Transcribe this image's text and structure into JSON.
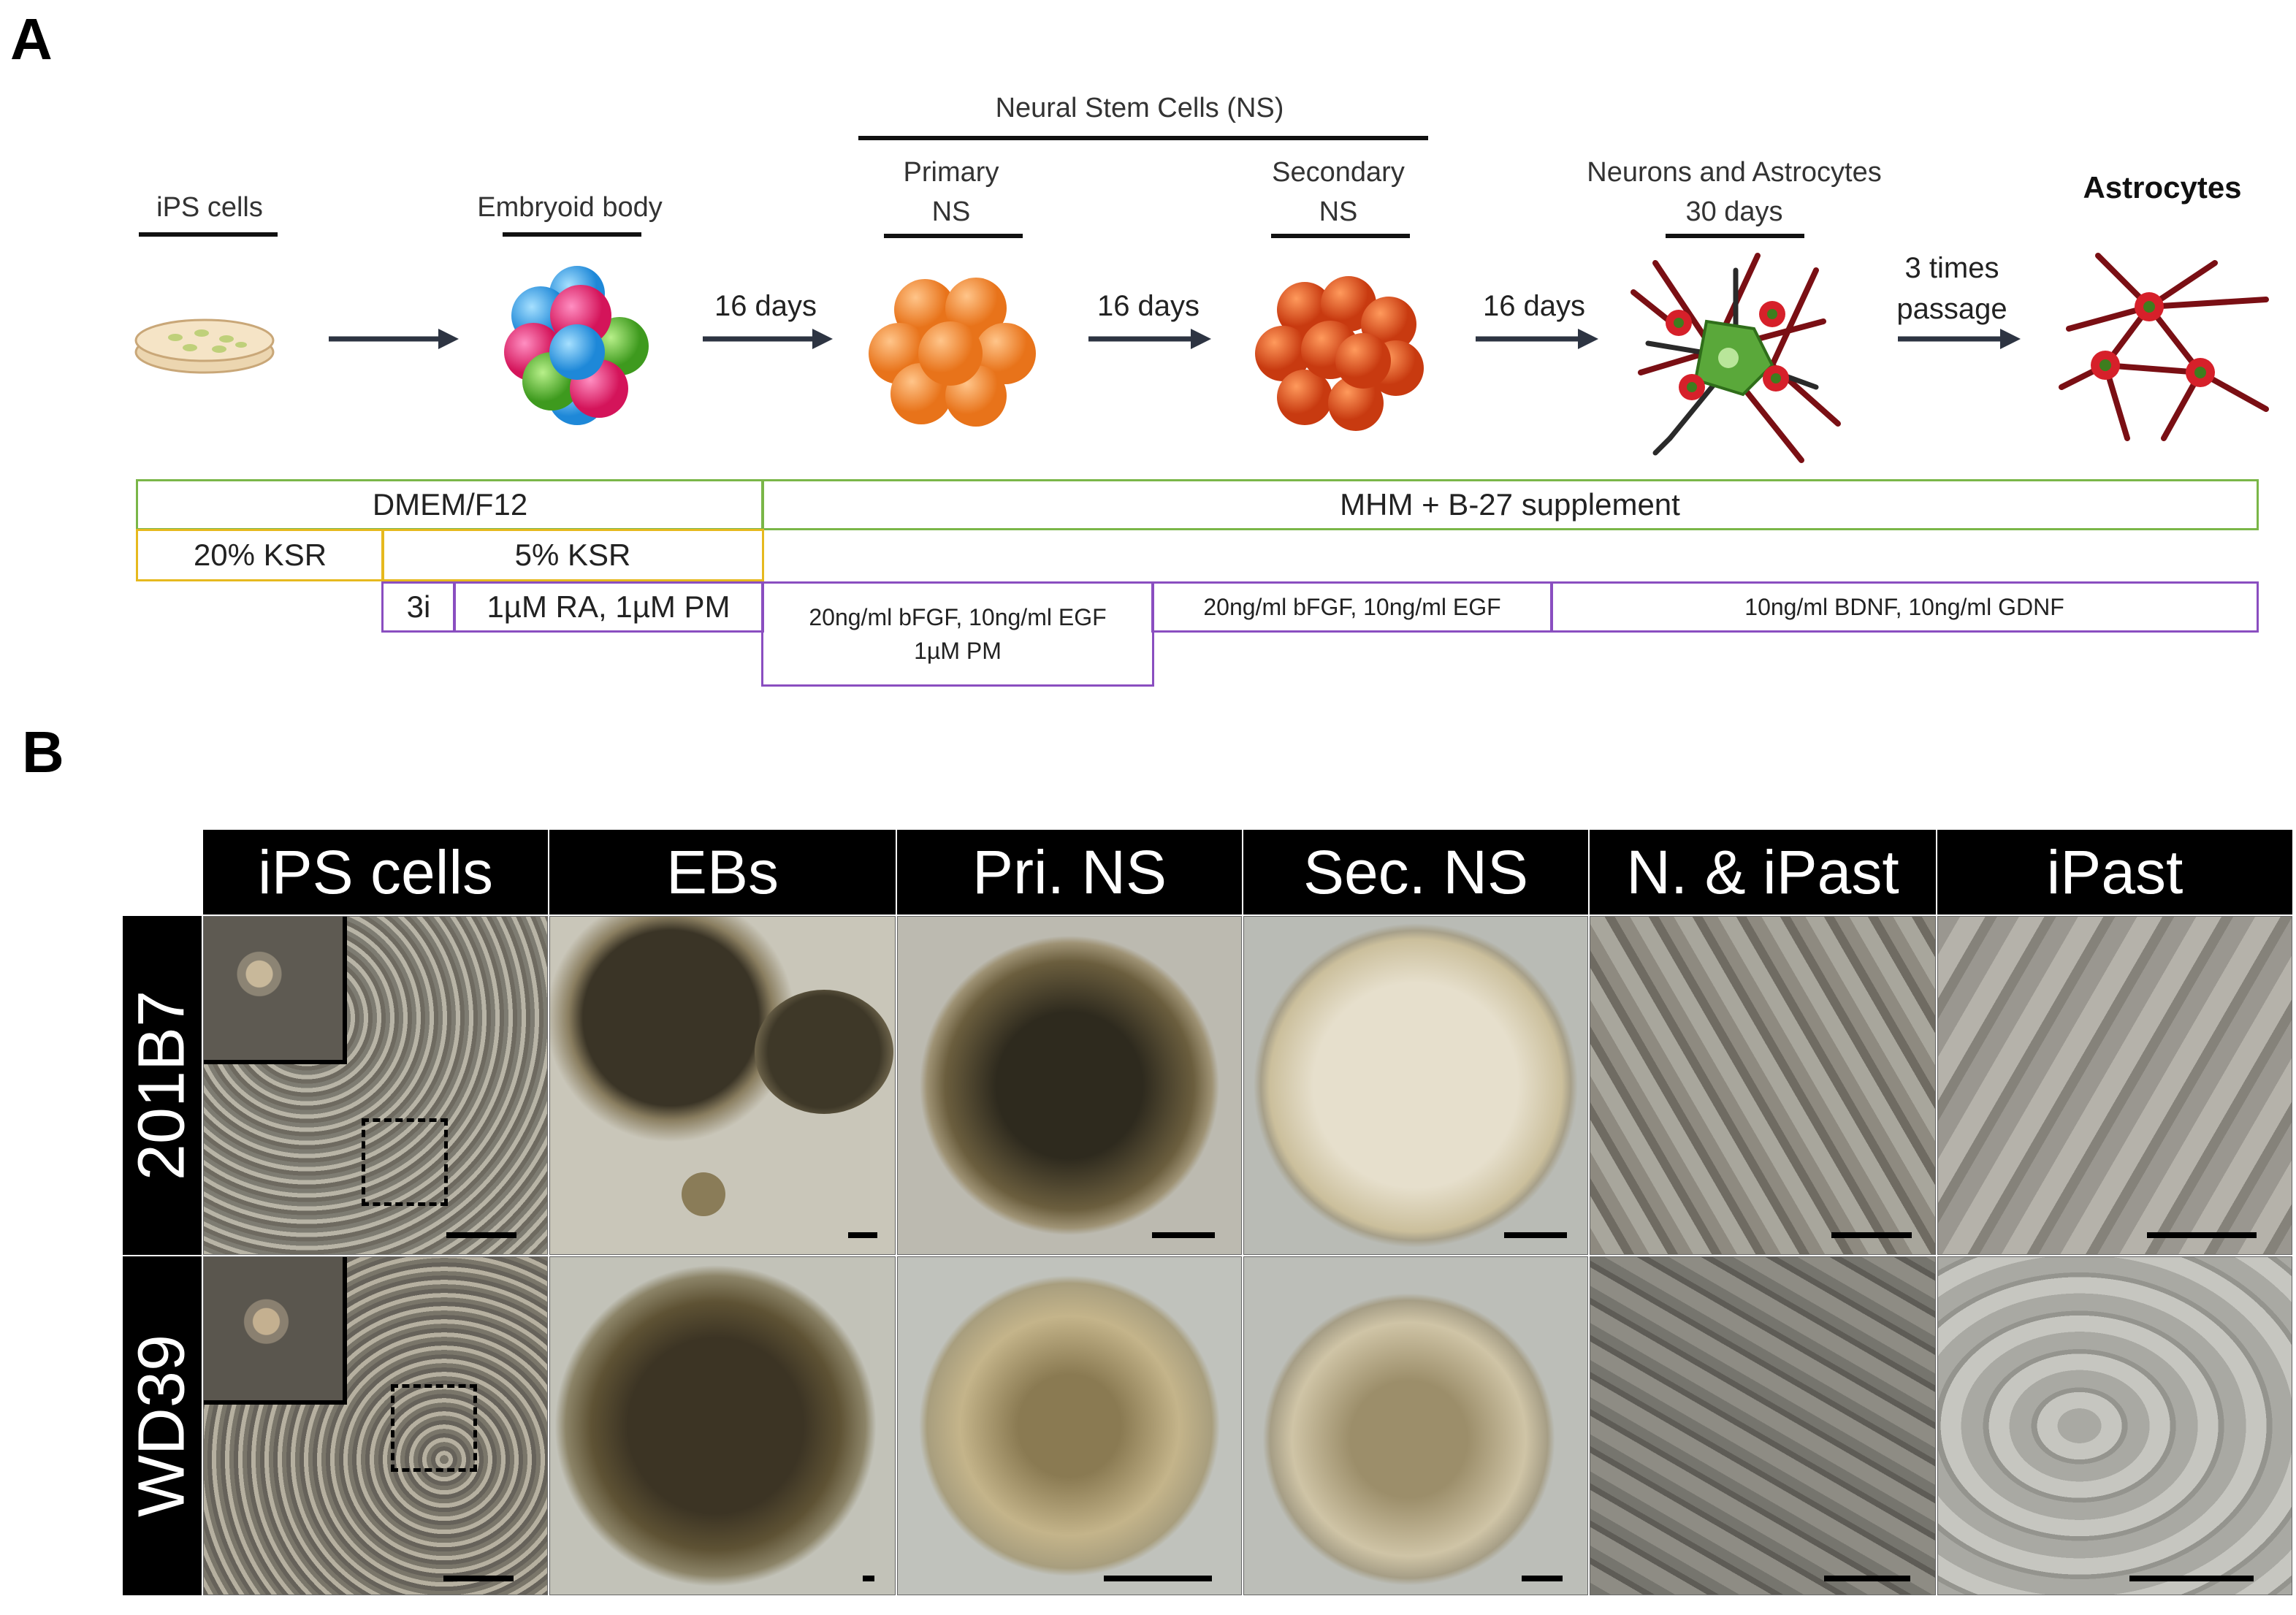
{
  "panel_a": {
    "letter": "A",
    "stages": {
      "ips": "iPS cells",
      "eb": "Embryoid body",
      "ns_group": "Neural Stem Cells (NS)",
      "primary_line1": "Primary",
      "primary_line2": "NS",
      "secondary_line1": "Secondary",
      "secondary_line2": "NS",
      "neurons_line1": "Neurons and Astrocytes",
      "neurons_line2": "30 days",
      "astrocytes": "Astrocytes"
    },
    "arrows": {
      "a2": "16 days",
      "a3": "16 days",
      "a4": "16 days",
      "a5_line1": "3 times",
      "a5_line2": "passage"
    },
    "media": {
      "dmem": "DMEM/F12",
      "mhm": "MHM + B-27 supplement",
      "ksr20": "20% KSR",
      "ksr5": "5% KSR",
      "three_i": "3i",
      "ra_pm": "1µM RA, 1µM PM",
      "fgf_egf_pm_line1": "20ng/ml bFGF, 10ng/ml EGF",
      "fgf_egf_pm_line2": "1µM PM",
      "fgf_egf": "20ng/ml bFGF, 10ng/ml EGF",
      "bdnf_gdnf": "10ng/ml BDNF, 10ng/ml GDNF"
    },
    "colors": {
      "green_border": "#7ab648",
      "yellow_border": "#e6b91e",
      "purple_border": "#8a4ec0",
      "primary_ns": "#f28a30",
      "secondary_ns": "#e0541c",
      "astro_red": "#c4161c",
      "astro_green": "#3e7d1e"
    }
  },
  "panel_b": {
    "letter": "B",
    "columns": [
      "iPS cells",
      "EBs",
      "Pri. NS",
      "Sec. NS",
      "N. & iPast",
      "iPast"
    ],
    "rows": [
      "201B7",
      "WD39"
    ]
  }
}
